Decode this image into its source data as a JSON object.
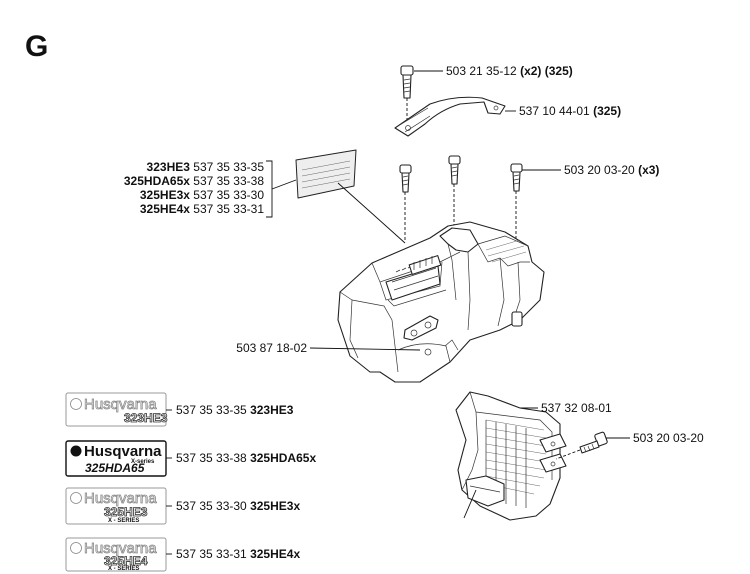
{
  "section_letter": "G",
  "callouts": {
    "screw_top": {
      "pn": "503 21 35-12",
      "extra": "(x2) (325)"
    },
    "cover_bracket": {
      "pn": "537 10 44-01",
      "extra": "(325)"
    },
    "screws_cover": {
      "pn": "503 20 03-20",
      "extra": "(x3)"
    },
    "cover": {
      "pn": "503 87 18-02"
    },
    "filter_cover": {
      "pn": "537 32 08-01"
    },
    "filter_screw": {
      "pn": "503 20 03-20"
    }
  },
  "decal_table": [
    {
      "model": "323HE3",
      "pn": "537 35 33-35"
    },
    {
      "model": "325HDA65x",
      "pn": "537 35 33-38"
    },
    {
      "model": "325HE3x",
      "pn": "537 35 33-30"
    },
    {
      "model": "325HE4x",
      "pn": "537 35 33-31"
    }
  ],
  "decals": [
    {
      "brand": "Husqvarna",
      "model": "323HE3",
      "series": "",
      "pn": "537 35 33-35",
      "label": "323HE3"
    },
    {
      "brand": "Husqvarna",
      "model": "325HDA65",
      "series": "X-series",
      "pn": "537 35 33-38",
      "label": "325HDA65x"
    },
    {
      "brand": "Husqvarna",
      "model": "325HE3",
      "series": "X - SERIES",
      "pn": "537 35 33-30",
      "label": "325HE3x"
    },
    {
      "brand": "Husqvarna",
      "model": "325HE4",
      "series": "X - SERIES",
      "pn": "537 35 33-31",
      "label": "325HE4x"
    }
  ]
}
